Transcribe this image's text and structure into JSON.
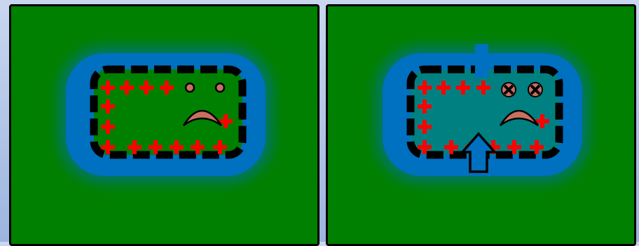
{
  "panels": [
    {
      "id": "healthy-cell",
      "background": "#008000",
      "cell_interior": "#008000",
      "eye_style": "circle",
      "has_arrows": false
    },
    {
      "id": "damaged-cell",
      "background": "#008000",
      "cell_interior": "#008080",
      "eye_style": "x",
      "has_arrows": true
    }
  ],
  "colors": {
    "glow": "#0070c0",
    "membrane": "#000000",
    "plus": "#ff0000",
    "mouth": "#c87060",
    "arrow": "#0070c0"
  }
}
